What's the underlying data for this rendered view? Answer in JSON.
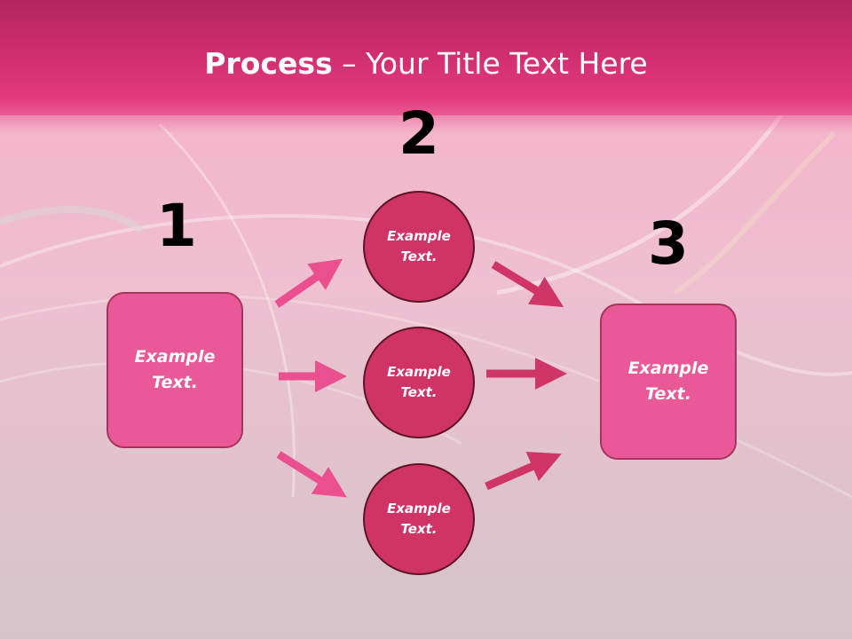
{
  "slide": {
    "title_bold": "Process",
    "title_rest": " – Your Title Text Here"
  },
  "steps": {
    "one": "1",
    "two": "2",
    "three": "3"
  },
  "left_box": {
    "text": "Example\nText."
  },
  "right_box": {
    "text": "Example\nText."
  },
  "circles": [
    {
      "text": "Example\nText."
    },
    {
      "text": "Example\nText."
    },
    {
      "text": "Example\nText."
    }
  ],
  "colors": {
    "header": "#d42e72",
    "box_fill": "#ea5997",
    "circle_fill": "#d03365",
    "arrow_left": "#ea4f8f",
    "arrow_right": "#cf3567"
  }
}
